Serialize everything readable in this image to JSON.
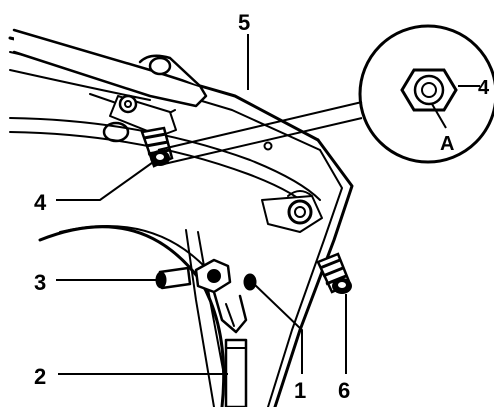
{
  "diagram": {
    "callouts": {
      "c1": "1",
      "c2": "2",
      "c3": "3",
      "c4": "4",
      "c5": "5",
      "c6": "6",
      "detail_4": "4",
      "detail_a": "A"
    }
  }
}
